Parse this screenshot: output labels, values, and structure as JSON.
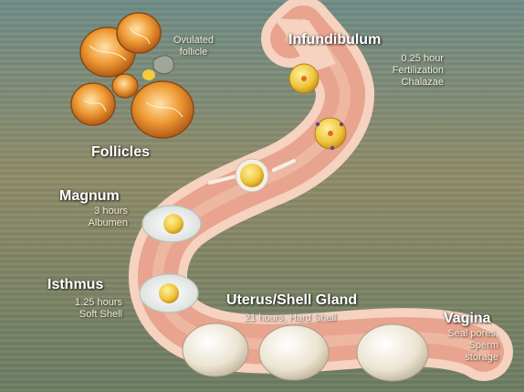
{
  "labels": {
    "ovulated": [
      "Ovulated",
      "follicle"
    ],
    "follicles": "Follicles",
    "infundibulum": {
      "title": "Infundibulum",
      "details": [
        "0.25 hour",
        "Fertilization",
        "Chalazae"
      ]
    },
    "magnum": {
      "title": "Magnum",
      "details": [
        "3 hours",
        "Albumen"
      ]
    },
    "isthmus": {
      "title": "Isthmus",
      "details": [
        "1.25 hours",
        "Soft Shell"
      ]
    },
    "uterus": {
      "title": "Uterus/Shell Gland",
      "details": [
        "21 hours, Hard Shell"
      ]
    },
    "vagina": {
      "title": "Vagina",
      "details": [
        "Seal pores,",
        "Sperm",
        "storage"
      ]
    }
  },
  "colors": {
    "background_top": "#6e8a80",
    "background_mid": "#8e8c6a",
    "background_bottom": "#6f7f62",
    "oviduct_outer": "#f3c8b3",
    "oviduct_inner": "#e7a48e",
    "follicle_orange": "#e9932d",
    "yolk": "#f2cc3a",
    "eggshell": "#efe8d8"
  }
}
